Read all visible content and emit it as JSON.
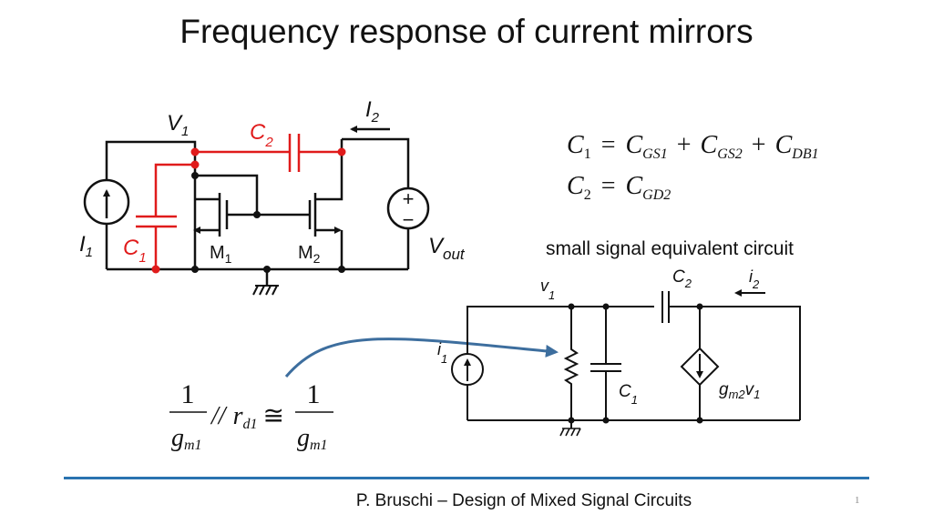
{
  "slide": {
    "title": "Frequency response of current mirrors",
    "subtitle": "small signal equivalent circuit",
    "footer": "P. Bruschi – Design of Mixed Signal Circuits",
    "page_number": "1"
  },
  "colors": {
    "wire": "#111111",
    "parasitic": "#e01b1b",
    "arrow": "#3d6e9e",
    "footer_rule": "#2a73b0"
  },
  "circuit": {
    "node_v1": {
      "main": "V",
      "sub": "1"
    },
    "current_i1": {
      "main": "I",
      "sub": "1"
    },
    "current_i2": {
      "main": "I",
      "sub": "2"
    },
    "cap_c1": {
      "main": "C",
      "sub": "1"
    },
    "cap_c2": {
      "main": "C",
      "sub": "2"
    },
    "transistor_m1": {
      "main": "M",
      "sub": "1"
    },
    "transistor_m2": {
      "main": "M",
      "sub": "2"
    },
    "vout": {
      "main": "V",
      "sub": "out"
    },
    "vsource_plus": "+",
    "vsource_minus": "−"
  },
  "equations": {
    "eq1": {
      "lhs": "C",
      "lhs_sub": "1",
      "eq": "=",
      "t1": "C",
      "t1_sub": "GS1",
      "plus1": "+",
      "t2": "C",
      "t2_sub": "GS2",
      "plus2": "+",
      "t3": "C",
      "t3_sub": "DB1"
    },
    "eq2": {
      "lhs": "C",
      "lhs_sub": "2",
      "eq": "=",
      "t1": "C",
      "t1_sub": "GD2"
    },
    "impedance": {
      "num1": "1",
      "den1": "g",
      "den1_sub": "m1",
      "par": "//",
      "r": "r",
      "r_sub": "d1",
      "approx": "≅",
      "num2": "1",
      "den2": "g",
      "den2_sub": "m1"
    }
  },
  "small_signal": {
    "v1": {
      "main": "v",
      "sub": "1"
    },
    "i1": {
      "main": "i",
      "sub": "1"
    },
    "i2": {
      "main": "i",
      "sub": "2"
    },
    "c1": {
      "main": "C",
      "sub": "1"
    },
    "c2": {
      "main": "C",
      "sub": "2"
    },
    "gm2v1": {
      "g": "g",
      "g_sub": "m2",
      "v": "v",
      "v_sub": "1"
    }
  }
}
